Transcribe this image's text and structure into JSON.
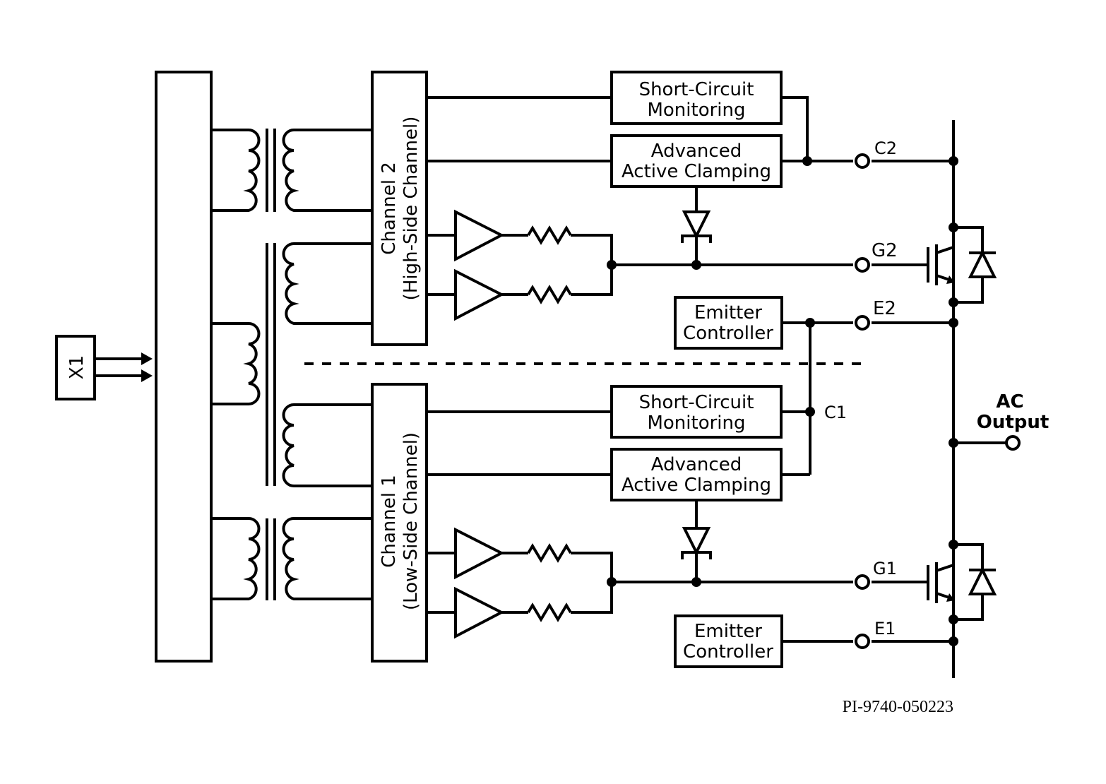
{
  "diagram": {
    "input_label": "X1",
    "channel2": {
      "line1": "Channel 2",
      "line2": "(High-Side Channel)"
    },
    "channel1": {
      "line1": "Channel 1",
      "line2": "(Low-Side Channel)"
    },
    "blocks": {
      "sc_monitoring": {
        "line1": "Short-Circuit",
        "line2": "Monitoring"
      },
      "active_clamping": {
        "line1": "Advanced",
        "line2": "Active Clamping"
      },
      "emitter_controller": {
        "line1": "Emitter",
        "line2": "Controller"
      }
    },
    "terminals": {
      "c2": "C2",
      "g2": "G2",
      "e2": "E2",
      "c1": "C1",
      "g1": "G1",
      "e1": "E1"
    },
    "output": {
      "line1": "AC",
      "line2": "Output"
    },
    "part_number": "PI-9740-050223"
  }
}
